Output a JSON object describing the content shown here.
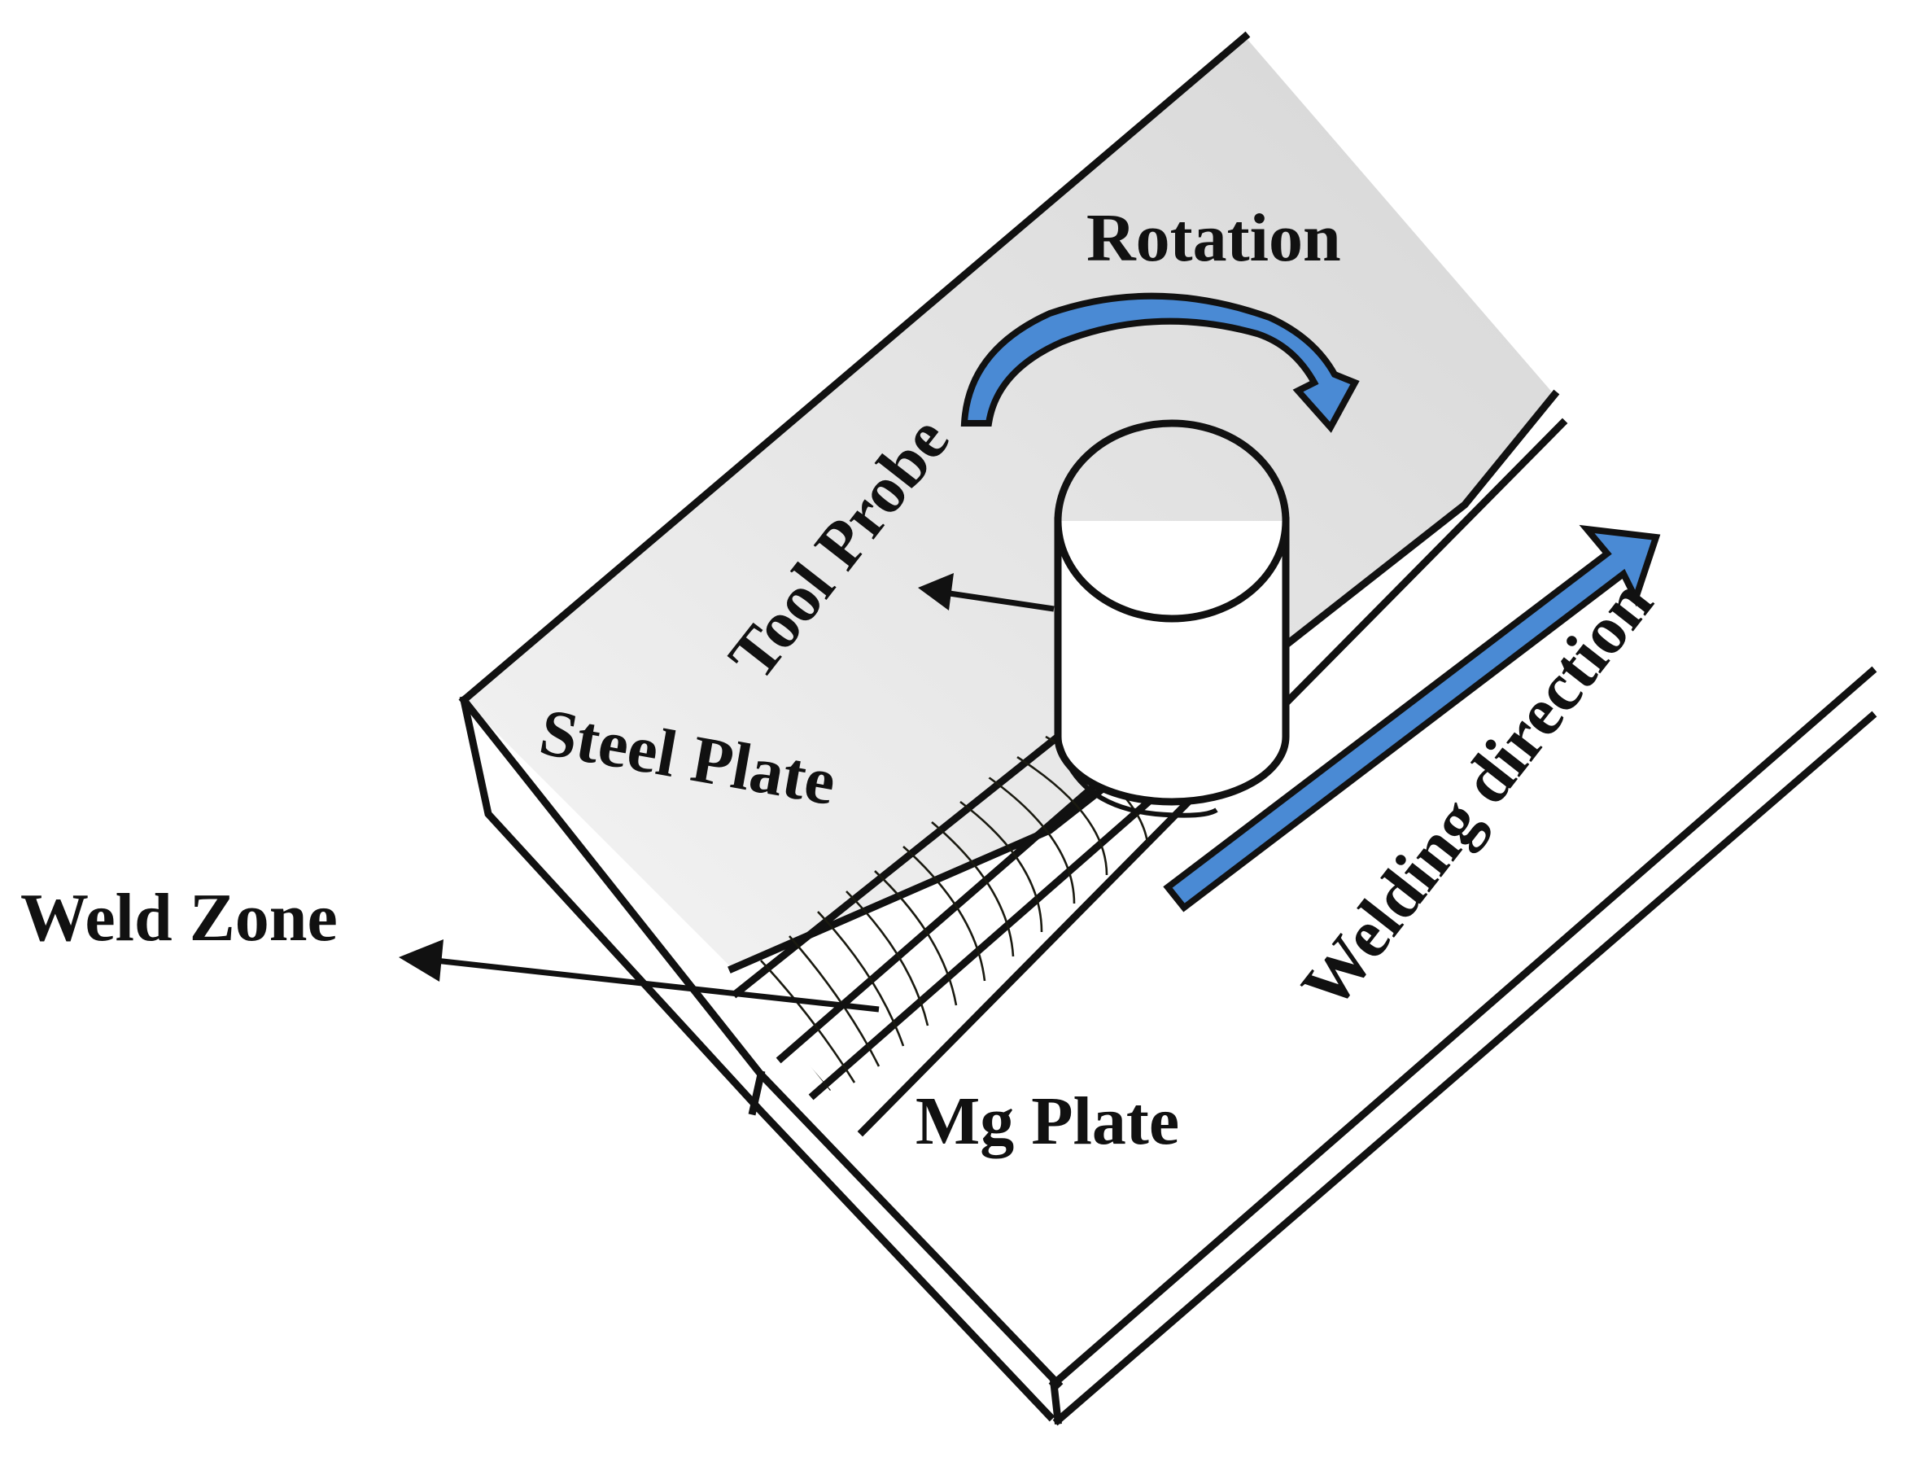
{
  "labels": {
    "rotation": "Rotation",
    "tool_probe": "Tool Probe",
    "steel_plate": "Steel Plate",
    "weld_zone": "Weld Zone",
    "mg_plate": "Mg Plate",
    "welding_direction": "Welding direction"
  },
  "colors": {
    "steel_surface": "#e6e6e6",
    "arrow_blue": "#4a8ad4",
    "line": "#111111"
  }
}
